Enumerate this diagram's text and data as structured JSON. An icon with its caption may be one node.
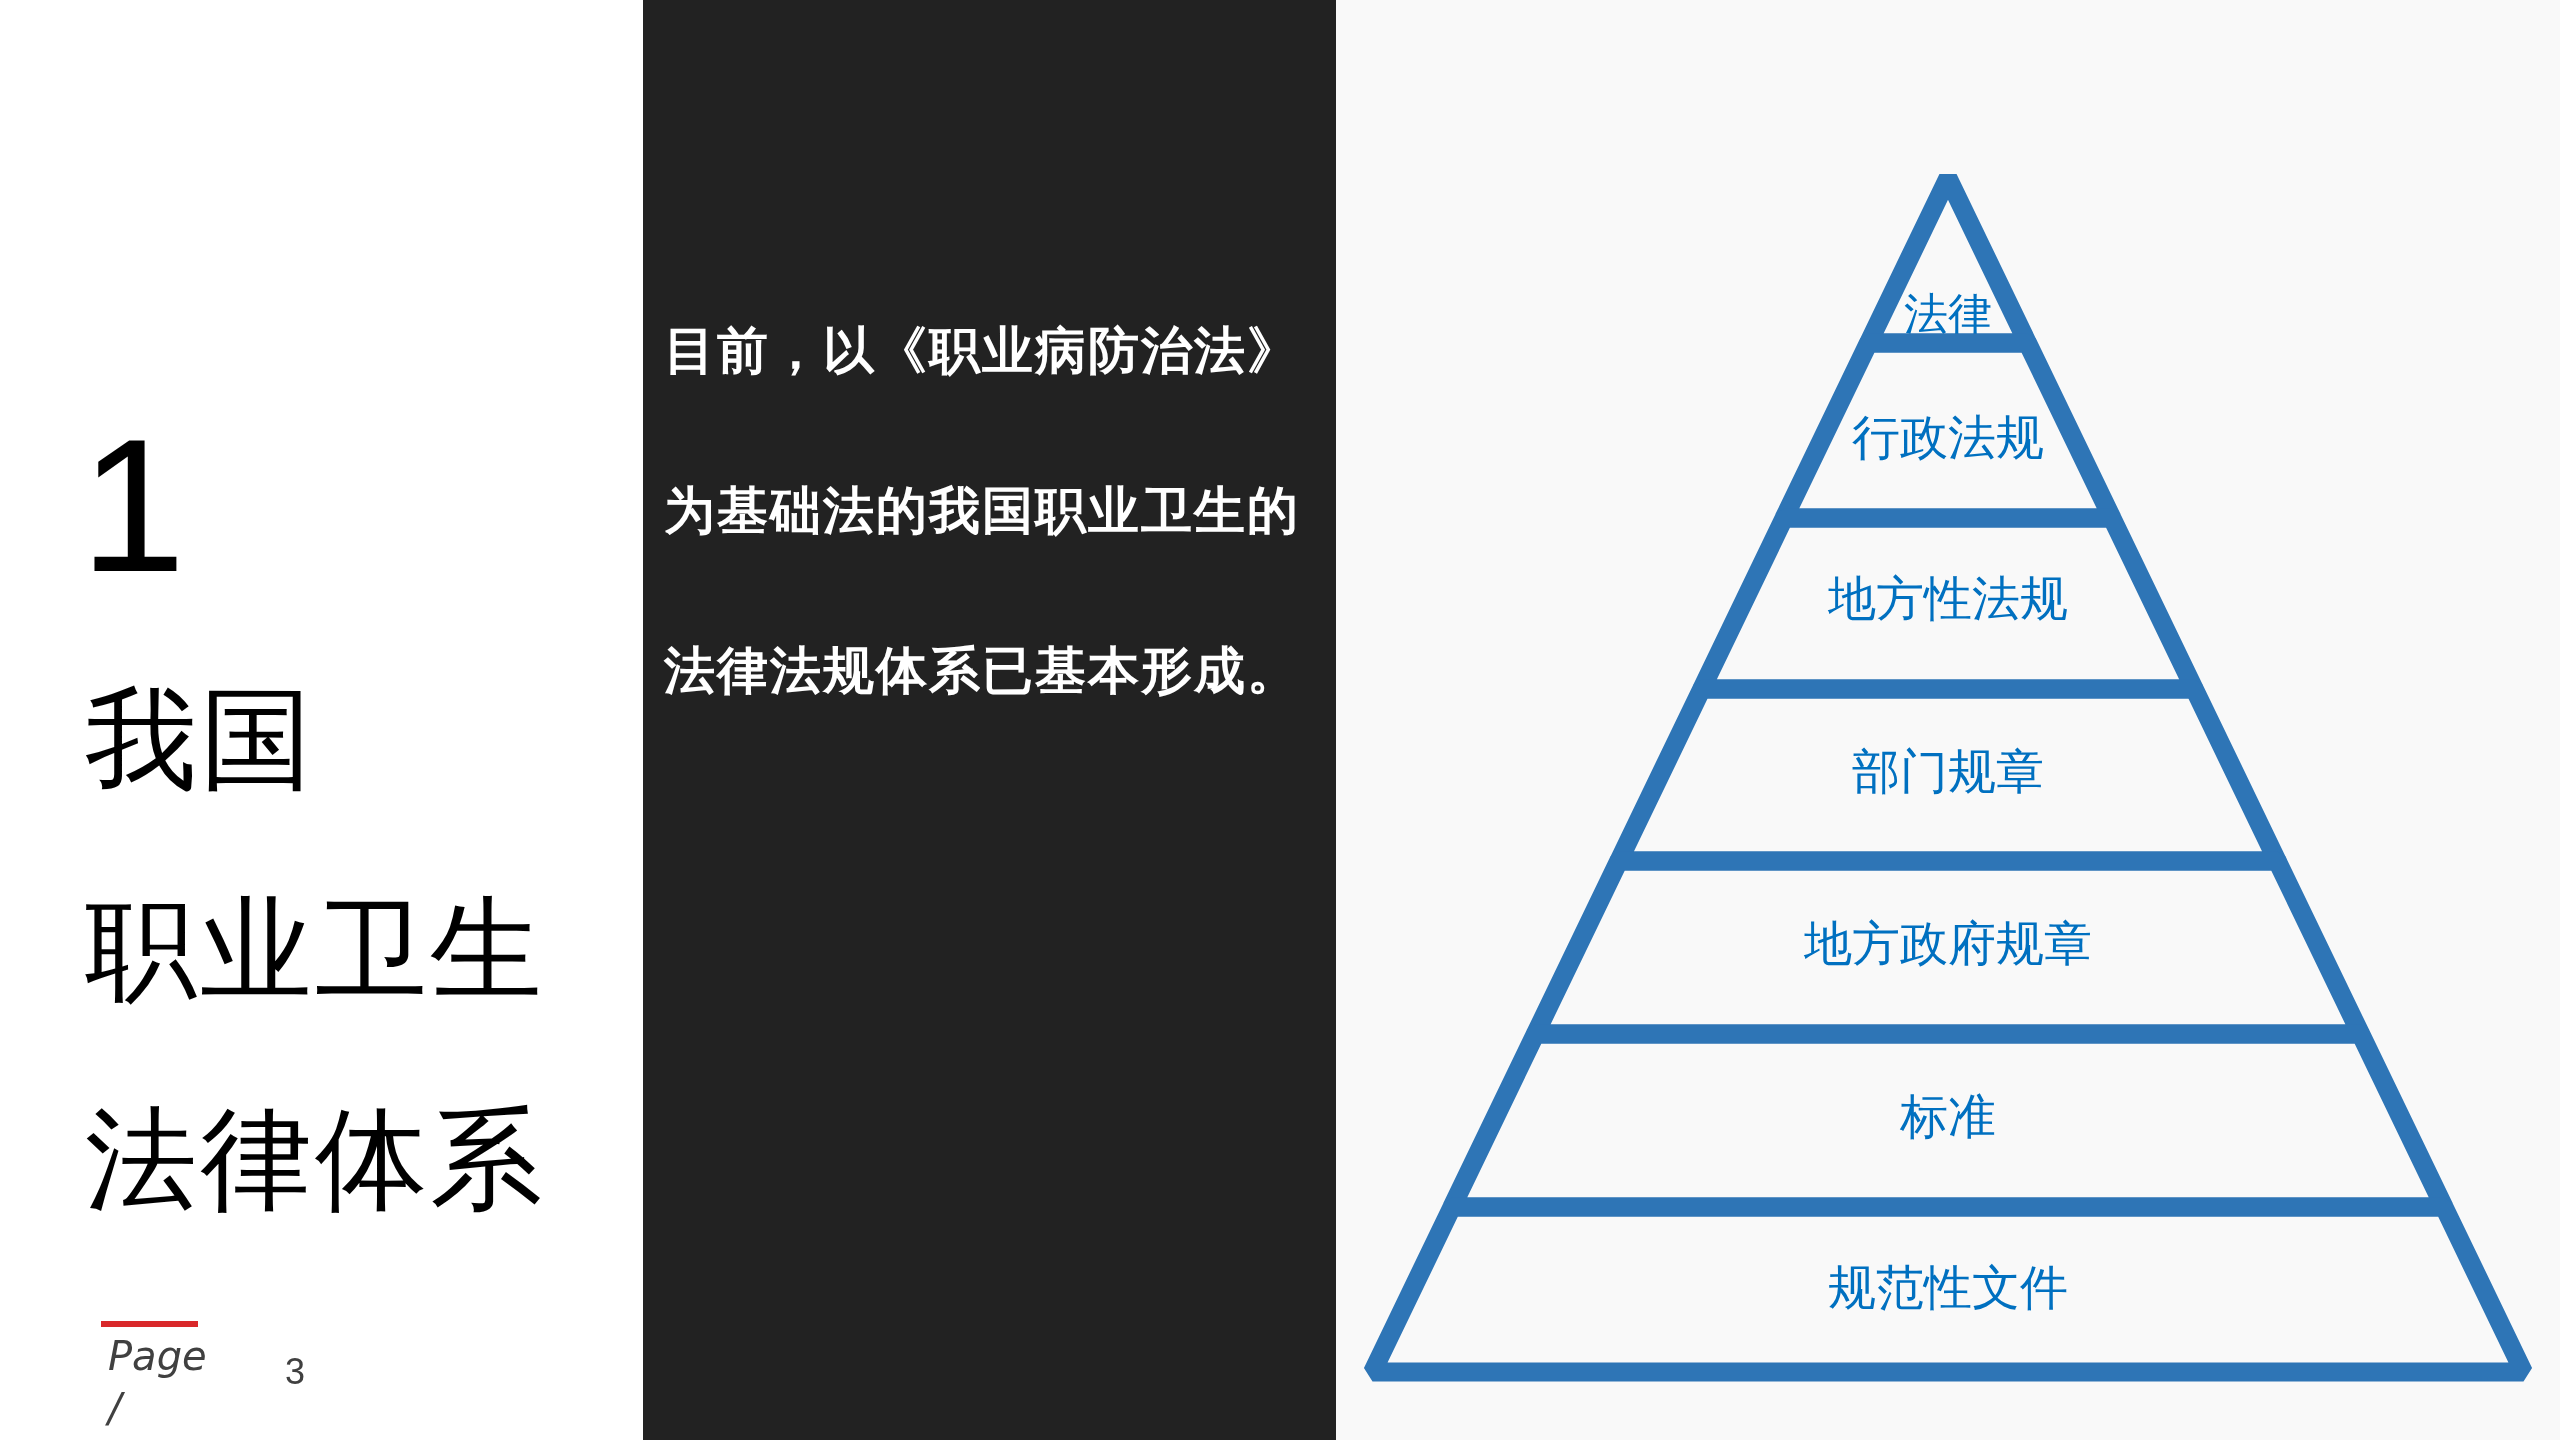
{
  "diagram": {
    "title": "我国职业卫生法律体系",
    "nodes": [
      {
        "text": [
          "目前，以《职业病防治法》为基础法的我国职业卫生的法律法规体系已基本形成。"
        ]
      },
      {
        "text": [
          "法律"
        ]
      },
      {
        "text": [
          "行政法规"
        ]
      },
      {
        "text": [
          "地方性法规"
        ]
      },
      {
        "text": [
          "部门规章"
        ]
      },
      {
        "text": [
          "地方政府规章"
        ]
      },
      {
        "text": [
          "标准"
        ]
      },
      {
        "text": [
          "规范性文件"
        ]
      }
    ],
    "labels": [
      "1",
      "Page /",
      "3"
    ]
  }
}
